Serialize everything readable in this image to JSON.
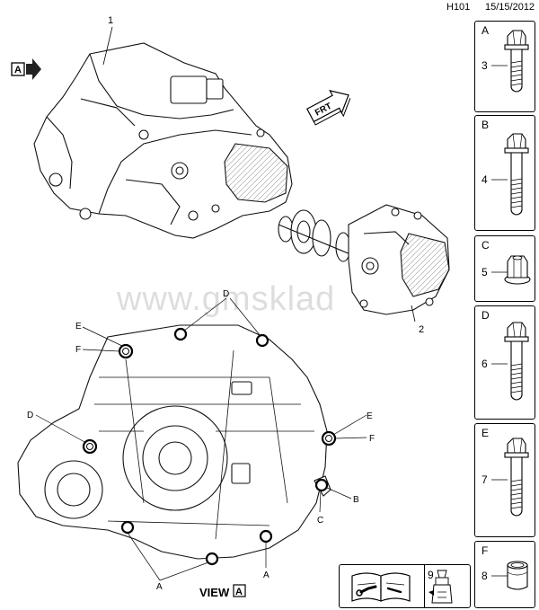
{
  "header": {
    "code": "H101",
    "date": "15/15/2012"
  },
  "watermark": "www.gmsklad",
  "callouts": {
    "main_transmission": "1",
    "differential_assembly": "2",
    "view_arrow_letter": "A",
    "frt_label": "FRT"
  },
  "view_caption": {
    "text": "VIEW",
    "letter": "A"
  },
  "bolt_labels": {
    "d_top": "D",
    "e_left": "E",
    "f_left": "F",
    "d_left": "D",
    "e_right": "E",
    "f_right": "F",
    "b_right": "B",
    "c_right": "C",
    "a_left": "A",
    "a_right": "A"
  },
  "legend": [
    {
      "letter": "A",
      "number": "3",
      "part": "flange-bolt-long-icon"
    },
    {
      "letter": "B",
      "number": "4",
      "part": "flange-bolt-long-icon"
    },
    {
      "letter": "C",
      "number": "5",
      "part": "flange-nut-icon"
    },
    {
      "letter": "D",
      "number": "6",
      "part": "flange-bolt-long-icon"
    },
    {
      "letter": "E",
      "number": "7",
      "part": "flange-bolt-long-icon"
    },
    {
      "letter": "F",
      "number": "8",
      "part": "sleeve-bushing-icon"
    }
  ],
  "manual_ref": {
    "number": "9",
    "icon": "service-manual-icon"
  }
}
